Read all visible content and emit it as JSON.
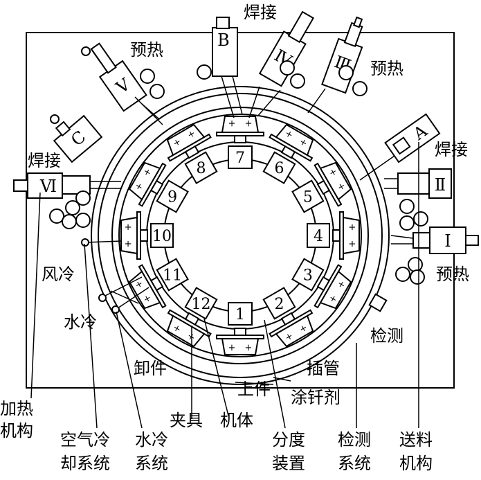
{
  "labels": {
    "welding_top": "焊接",
    "preheat_topleft": "预热",
    "preheat_topright": "预热",
    "welding_right": "焊接",
    "welding_left": "焊接",
    "preheat_right": "预热",
    "air_cool": "风冷",
    "water_cool": "水冷",
    "detection": "检测",
    "unload": "卸件",
    "insert_pipe": "插管",
    "load": "上件",
    "apply_flux": "涂钎剂",
    "fixture": "夹具",
    "body": "机体"
  },
  "bottom_labels": {
    "heating_1": "加热",
    "heating_2": "机构",
    "air_sys_1": "空气冷",
    "air_sys_2": "却系统",
    "water_sys_1": "水冷",
    "water_sys_2": "系统",
    "indexing_1": "分度",
    "indexing_2": "装置",
    "detect_sys_1": "检测",
    "detect_sys_2": "系统",
    "feed_1": "送料",
    "feed_2": "机构"
  },
  "stations": [
    "1",
    "2",
    "3",
    "4",
    "5",
    "6",
    "7",
    "8",
    "9",
    "10",
    "11",
    "12"
  ],
  "heads": {
    "I": "Ⅰ",
    "II": "Ⅱ",
    "III": "Ⅲ",
    "IV": "Ⅳ",
    "V": "Ⅴ",
    "VI": "Ⅵ",
    "A": "A",
    "B": "B",
    "C": "C"
  },
  "plus": "+"
}
